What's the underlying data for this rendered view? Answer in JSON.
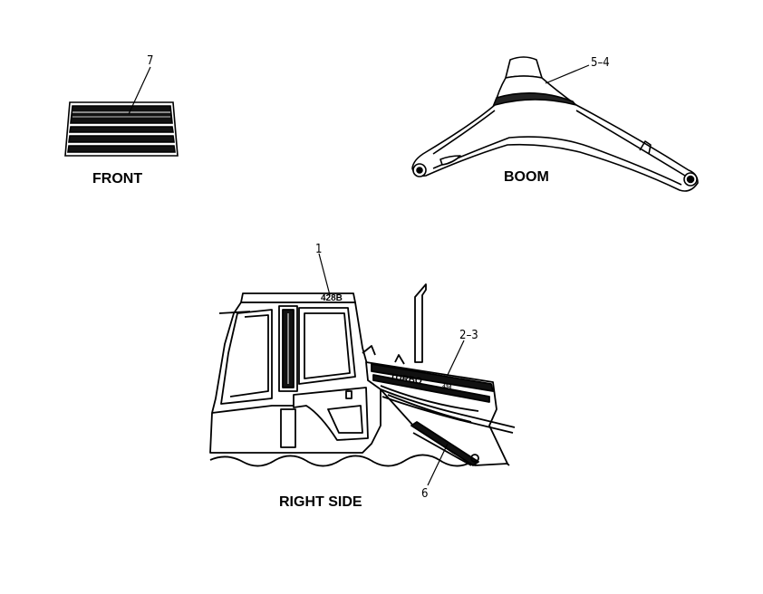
{
  "views": {
    "front": {
      "title": "FRONT",
      "callout": "7"
    },
    "boom": {
      "title": "BOOM",
      "callout": "5–4"
    },
    "right_side": {
      "title": "RIGHT SIDE",
      "callouts": {
        "cab": "1",
        "engine_hood": "2–3",
        "lower": "6"
      },
      "decals": {
        "model": "428B",
        "hood_brand": "TURBO",
        "hood_model": "434"
      }
    }
  },
  "colors": {
    "ink": "#000000",
    "paper": "#ffffff"
  }
}
